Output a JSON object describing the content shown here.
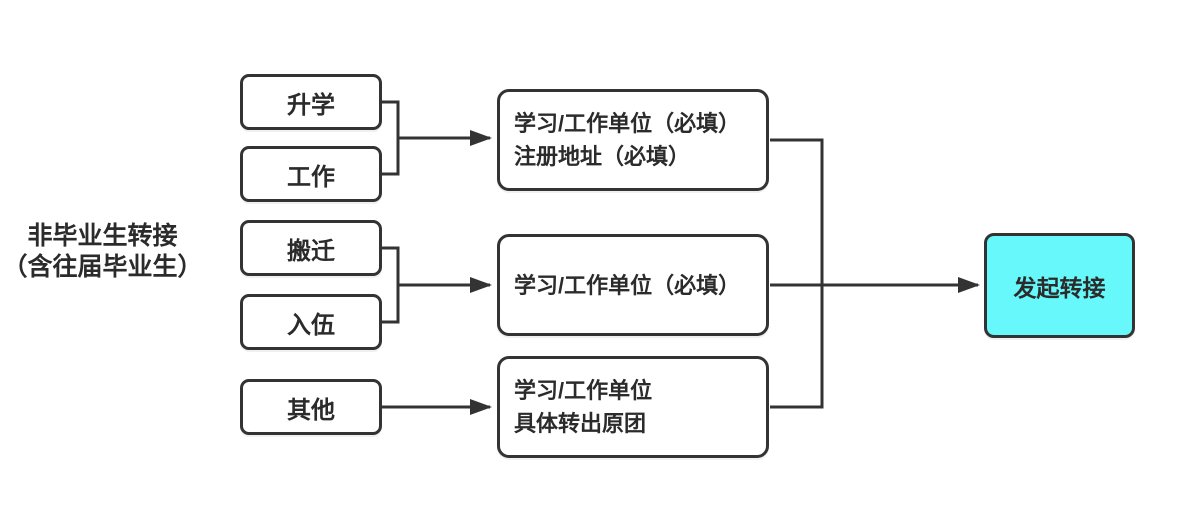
{
  "diagram": {
    "side_label": {
      "line1": "非毕业生转接",
      "line2": "（含往届毕业生）"
    },
    "source_boxes": [
      {
        "label": "升学"
      },
      {
        "label": "工作"
      },
      {
        "label": "搬迁"
      },
      {
        "label": "入伍"
      },
      {
        "label": "其他"
      }
    ],
    "middle_boxes": [
      {
        "lines": [
          "学习/工作单位（必填）",
          "注册地址（必填）"
        ]
      },
      {
        "lines": [
          "学习/工作单位（必填）"
        ]
      },
      {
        "lines": [
          "学习/工作单位",
          "具体转出原团"
        ]
      }
    ],
    "final_box": {
      "label": "发起转接"
    },
    "colors": {
      "line": "#333333",
      "box_border": "#333333",
      "box_fill": "#ffffff",
      "final_fill": "#66F8FA",
      "text": "#2b2b2b",
      "background": "#ffffff"
    }
  }
}
